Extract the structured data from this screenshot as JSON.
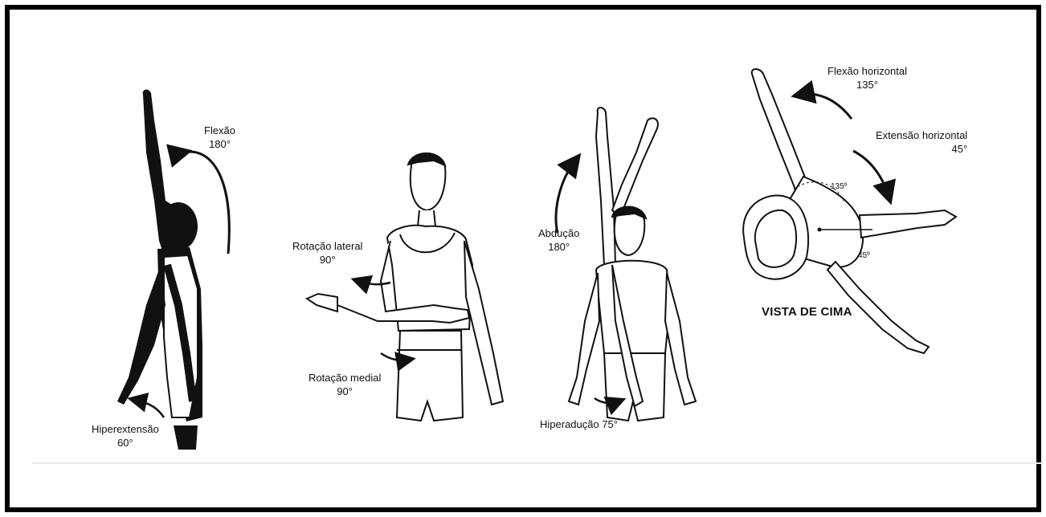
{
  "labels": {
    "flexao": {
      "name": "Flexão",
      "value": "180°"
    },
    "hiperextensao": {
      "name": "Hiperextensão",
      "value": "60°"
    },
    "rotacao_lateral": {
      "name": "Rotação lateral",
      "value": "90°"
    },
    "rotacao_medial": {
      "name": "Rotação medial",
      "value": "90°"
    },
    "abducao": {
      "name": "Abdução",
      "value": "180°"
    },
    "hiperaducao": {
      "text": "Hiperadução 75°"
    },
    "flexao_horizontal": {
      "name": "Flexão horizontal",
      "value": "135°"
    },
    "extensao_horizontal": {
      "name": "Extensão horizontal",
      "value": "45°"
    },
    "angle_135": "135º",
    "angle_45": "45º",
    "vista_de_cima": "VISTA DE CIMA"
  }
}
